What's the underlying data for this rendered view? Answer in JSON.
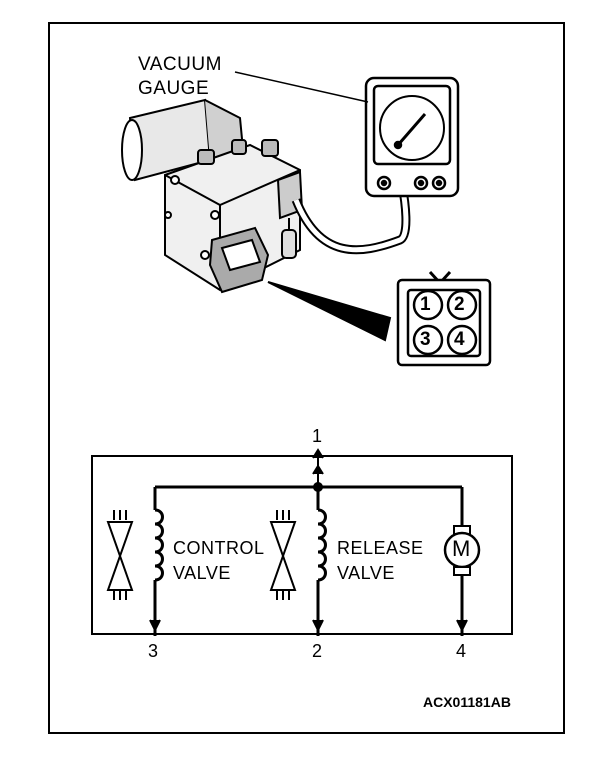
{
  "labels": {
    "vacuum_gauge_line1": "VACUUM",
    "vacuum_gauge_line2": "GAUGE",
    "control_valve_line1": "CONTROL",
    "control_valve_line2": "VALVE",
    "release_valve_line1": "RELEASE",
    "release_valve_line2": "VALVE",
    "motor_symbol": "M"
  },
  "connector_pins": [
    "1",
    "2",
    "3",
    "4"
  ],
  "terminals": {
    "top": "1",
    "control_valve": "3",
    "release_valve": "2",
    "motor": "4"
  },
  "figure_code": "ACX01181AB"
}
